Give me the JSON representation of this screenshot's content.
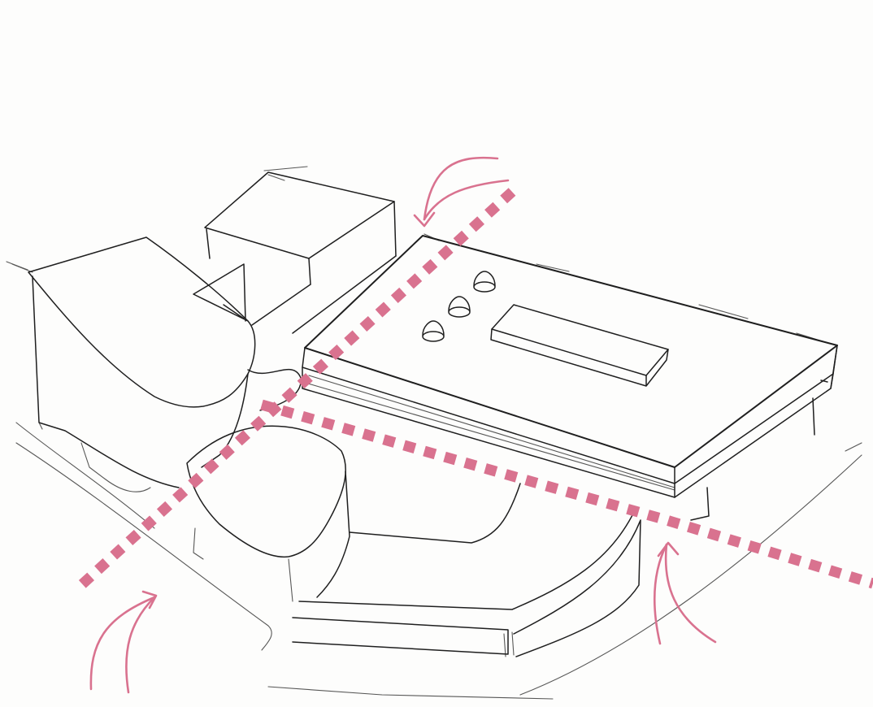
{
  "drawing": {
    "style": "hand-drawn architectural massing sketch",
    "ink_color": "#1f1f1f",
    "accent_color": "#d9728f"
  },
  "site_lines": {
    "count": 2
  },
  "approach_arrows": {
    "count": 3
  },
  "icons": {
    "approach_arrow": "curved-arrow-icon",
    "rooftop_vent": "dome-icon"
  }
}
